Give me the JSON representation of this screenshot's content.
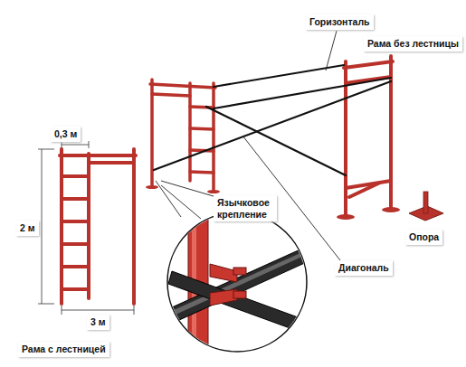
{
  "diagram": {
    "labels": [
      "Горизонталь",
      "Рама без лестницы",
      "0,3 м",
      "2 м",
      "3 м",
      "Язычковое крепление",
      "Диагональ",
      "Опора",
      "Рама с лестницей"
    ]
  }
}
